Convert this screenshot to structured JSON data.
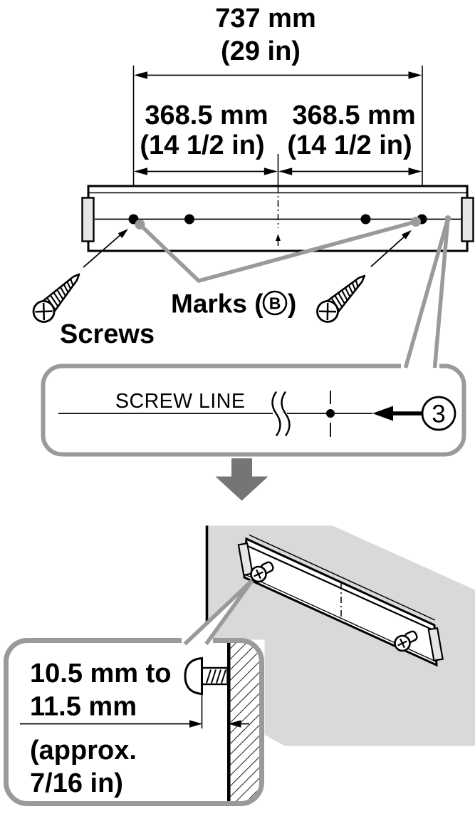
{
  "colors": {
    "line_black": "#000000",
    "leader_gray": "#9a9a9a",
    "wall_gray": "#d9d9d9",
    "transition_arrow_gray": "#757575",
    "tab_gray": "#e6e6e6"
  },
  "top_view": {
    "total_width_mm": "737 mm",
    "total_width_in": "(29 in)",
    "left_half_mm": "368.5 mm",
    "left_half_in": "(14 1/2 in)",
    "right_half_mm": "368.5 mm",
    "right_half_in": "(14 1/2 in)",
    "marks_prefix": "Marks (",
    "marks_letter": "B",
    "marks_suffix": ")",
    "screws_label": "Screws"
  },
  "screw_line_callout": {
    "title": "SCREW LINE",
    "step_number": "3"
  },
  "depth_callout": {
    "range_line1": "10.5 mm to",
    "range_line2": "11.5 mm",
    "approx_line1": "(approx.",
    "approx_line2": "7/16 in)"
  }
}
